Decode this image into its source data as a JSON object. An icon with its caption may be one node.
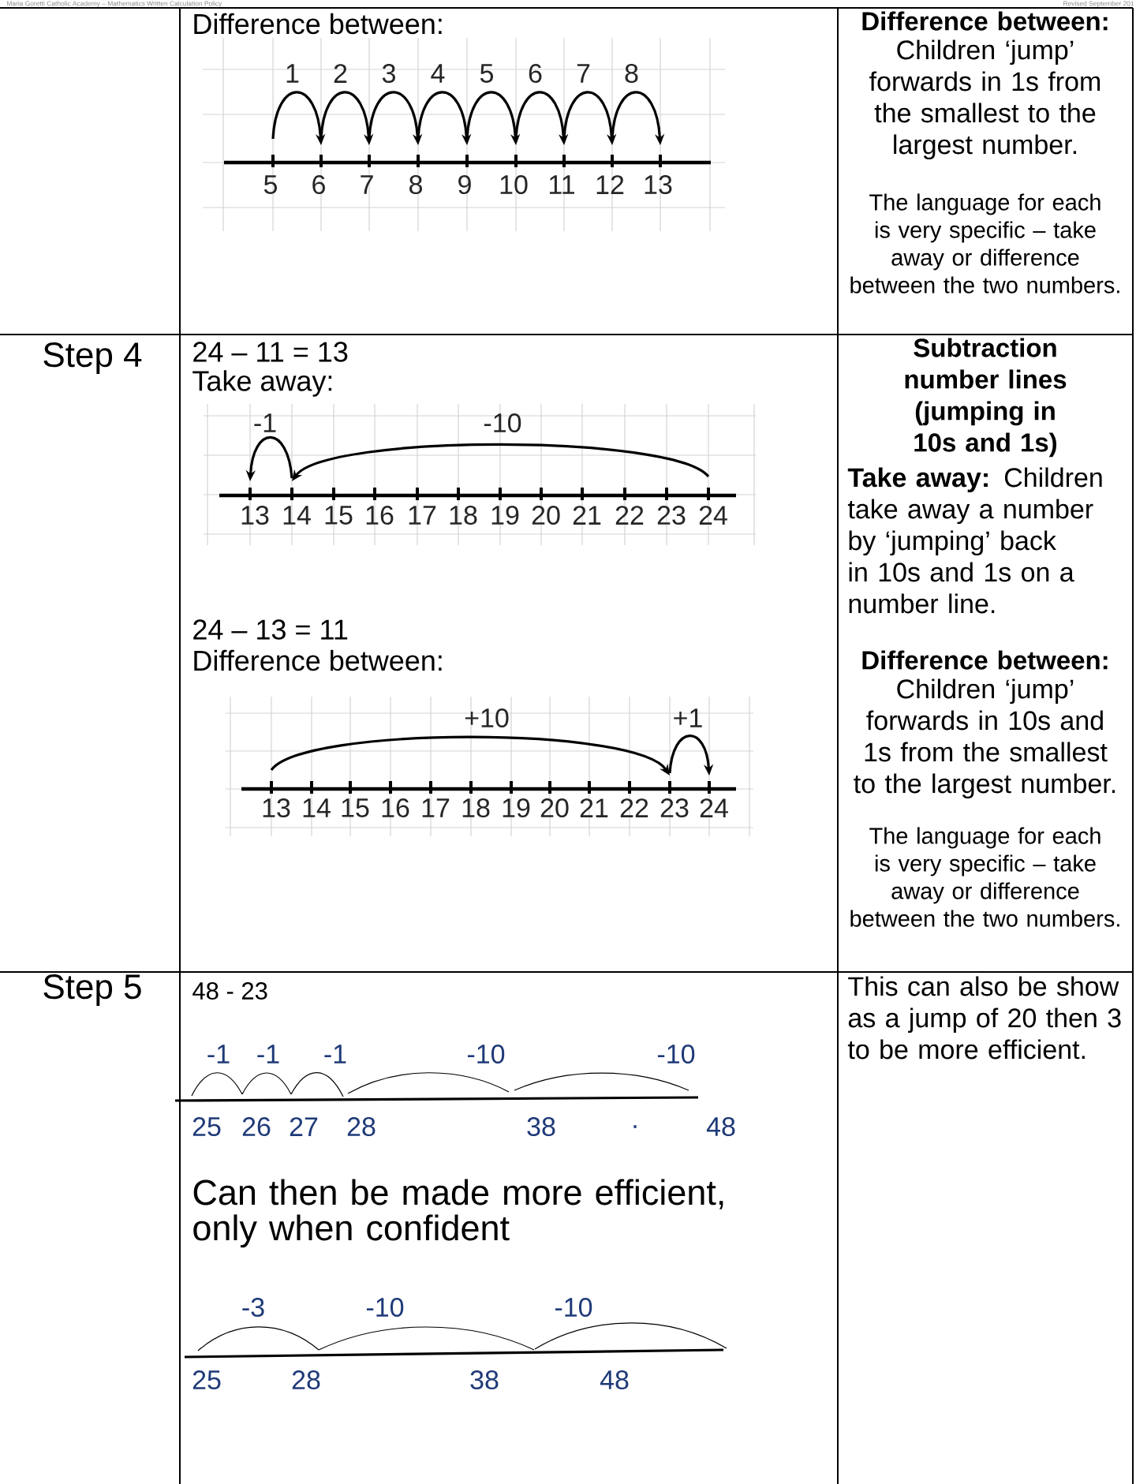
{
  "diagram": {
    "labels": [
      "Maria Goretti Catholic Academy – Mathematics Written Calculation Policy",
      "Revised September 201",
      "Difference between:",
      "1",
      "2",
      "3",
      "4",
      "5",
      "6",
      "7",
      "8",
      "5",
      "6",
      "7",
      "8",
      "9",
      "10",
      "11",
      "12",
      "13",
      "Difference between:",
      "Children ‘jump’ forwards in 1s from the smallest to the largest number.",
      "The language for each is very specific – take away or difference between the two numbers.",
      "Step 4",
      "24 – 11 = 13",
      "Take away:",
      "-1",
      "-10",
      "13",
      "14",
      "15",
      "16",
      "17",
      "18",
      "19",
      "20",
      "21",
      "22",
      "23",
      "24",
      "24 – 13 = 11",
      "Difference between:",
      "+10",
      "+1",
      "13",
      "14",
      "15",
      "16",
      "17",
      "18",
      "19",
      "20",
      "21",
      "22",
      "23",
      "24",
      "Subtraction number lines",
      "(jumping in 10s and 1s)",
      "**Take away:** Children take away a number by ‘jumping’ back in 10s and 1s on a number line.",
      "Difference between:",
      "Children ‘jump’ forwards in 10s and 1s from the smallest to the largest number.",
      "The language for each is very specific – take away or difference between the two numbers.",
      "Step 5",
      "48 - 23",
      "-1",
      "-1",
      "-1",
      "-10",
      "-10",
      "25",
      "26",
      "27",
      "28",
      "38",
      ".",
      "48",
      "Can then be made more efficient, only when confident",
      "-3",
      "-10",
      "-10",
      "25",
      "28",
      "38",
      "48",
      "This can also be show as a jump of 20 then 3 to be more efficient."
    ]
  }
}
